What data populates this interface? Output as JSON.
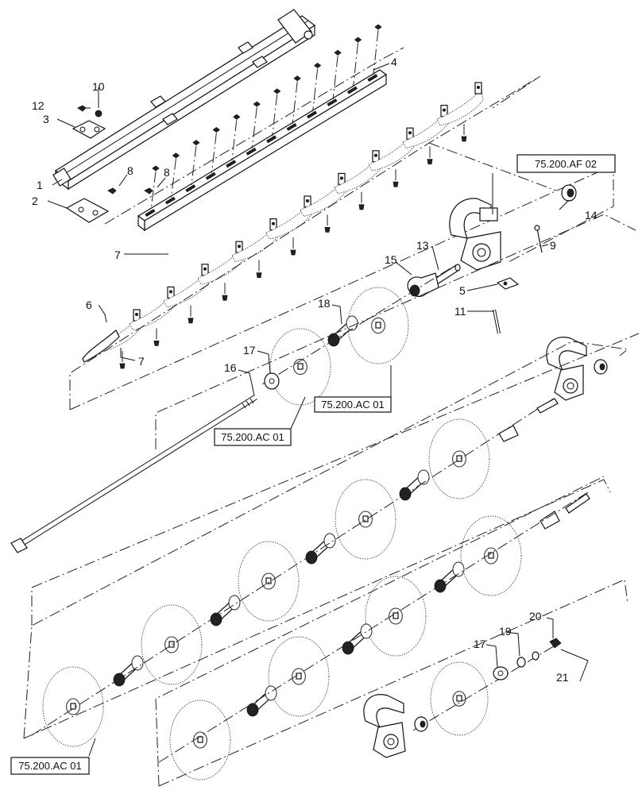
{
  "callouts": {
    "c1": "1",
    "c2": "2",
    "c3": "3",
    "c4": "4",
    "c5": "5",
    "c6": "6",
    "c7a": "7",
    "c7b": "7",
    "c8a": "8",
    "c8b": "8",
    "c9": "9",
    "c10": "10",
    "c11": "11",
    "c12": "12",
    "c13": "13",
    "c14": "14",
    "c15": "15",
    "c16": "16",
    "c17a": "17",
    "c17b": "17",
    "c18": "18",
    "c19": "19",
    "c20": "20",
    "c21": "21"
  },
  "references": {
    "af02": "75.200.AF 02",
    "ac01_right": "75.200.AC 01",
    "ac01_mid": "75.200.AC 01",
    "ac01_bottom": "75.200.AC 01"
  },
  "colors": {
    "line": "#111111",
    "background": "#ffffff"
  }
}
